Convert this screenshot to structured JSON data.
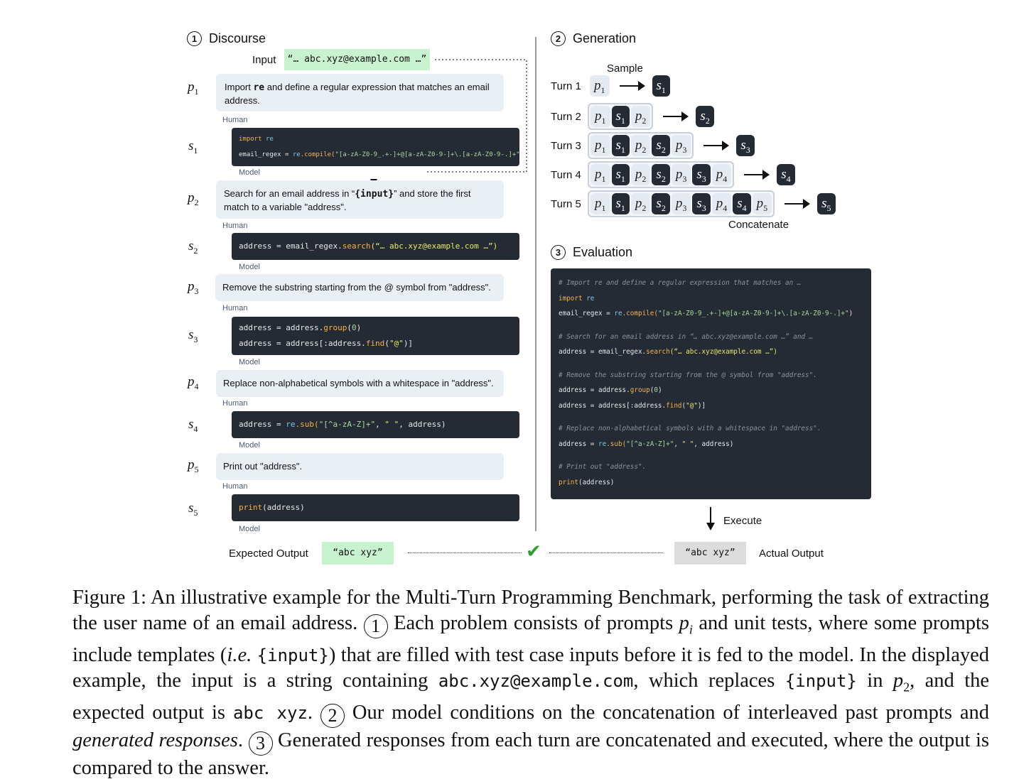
{
  "discourse": {
    "num": "1",
    "title": "Discourse",
    "input_label": "Input",
    "input_value": "“… abc.xyz@example.com …”",
    "human_tag": "Human",
    "model_tag": "Model",
    "prompts": [
      {
        "label": "p",
        "sub": "1",
        "text_pre": "Import ",
        "text_bold": "re",
        "text_post": " and define a regular expression that matches an email address."
      },
      {
        "label": "p",
        "sub": "2",
        "text_pre": "Search for an email address in “",
        "text_bold": "{input}",
        "text_post": "” and store the first match to a variable \"address\"."
      },
      {
        "label": "p",
        "sub": "3",
        "text": "Remove the substring starting from the @ symbol from \"address\"."
      },
      {
        "label": "p",
        "sub": "4",
        "text": "Replace non-alphabetical symbols with a whitespace in \"address\"."
      },
      {
        "label": "p",
        "sub": "5",
        "text": "Print out \"address\"."
      }
    ],
    "solutions": [
      {
        "label": "s",
        "sub": "1"
      },
      {
        "label": "s",
        "sub": "2"
      },
      {
        "label": "s",
        "sub": "3"
      },
      {
        "label": "s",
        "sub": "4"
      },
      {
        "label": "s",
        "sub": "5"
      }
    ],
    "code": {
      "s1_l1_kw": "import",
      "s1_l1_mod": "re",
      "s1_l2_a": "email_regex = ",
      "s1_l2_mod": "re",
      "s1_l2_fn": ".compile(",
      "s1_l2_str": "\"[a-zA-Z0-9_.+-]+@[a-zA-Z0-9-]+\\.[a-zA-Z0-9-.]+\"",
      "s1_l2_end": ")",
      "s2_a": "address = email_regex.",
      "s2_fn": "search",
      "s2_str": "(“… abc.xyz@example.com …”)",
      "s3_l1_a": "address = address.",
      "s3_l1_fn": "group",
      "s3_l1_b": "(",
      "s3_l1_num": "0",
      "s3_l1_c": ")",
      "s3_l2_a": "address = address[:address.",
      "s3_l2_fn": "find",
      "s3_l2_b": "(",
      "s3_l2_str": "\"@\"",
      "s3_l2_c": ")]",
      "s4_a": "address = ",
      "s4_mod": "re",
      "s4_fn": ".sub(",
      "s4_str": "\"[^a-zA-Z]+\"",
      "s4_b": ", ",
      "s4_str2": "\" \"",
      "s4_c": ", address)",
      "s5_fn": "print",
      "s5_a": "(address)"
    }
  },
  "generation": {
    "num": "2",
    "title": "Generation",
    "sample_label": "Sample",
    "concat_label": "Concatenate",
    "turns": [
      "Turn 1",
      "Turn 2",
      "Turn 3",
      "Turn 4",
      "Turn 5"
    ]
  },
  "evaluation": {
    "num": "3",
    "title": "Evaluation",
    "execute_label": "Execute",
    "comments": [
      "# Import re and define a regular expression that matches an …",
      "# Search for an email address in “… abc.xyz@example.com …” and …",
      "# Remove the substring starting from the @ symbol from \"address\".",
      "# Replace non-alphabetical symbols with a whitespace in \"address\".",
      "# Print out \"address\"."
    ]
  },
  "outputs": {
    "expected_label": "Expected Output",
    "expected_value": "“abc xyz”",
    "actual_label": "Actual Output",
    "actual_value": "“abc xyz”",
    "check": "✔"
  },
  "caption": {
    "t1": "Figure 1: An illustrative example for the Multi-Turn Programming Benchmark, performing the task of extracting the user name of an email address. ",
    "c1": "1",
    "t2": " Each problem consists of prompts ",
    "pi": "p",
    "pi_sub": "i",
    "t3": " and unit tests, where some prompts include templates (",
    "ie": "i.e.",
    "t4": " ",
    "input_tok": "{input}",
    "t5": ") that are filled with test case inputs before it is fed to the model. In the displayed example, the input is a string containing ",
    "email": "abc.xyz@example.com",
    "t6": ", which replaces ",
    "input_tok2": "{input}",
    "t7": " in ",
    "p2": "p",
    "p2_sub": "2",
    "t8": ", and the expected output is ",
    "abc": "abc xyz",
    "t9": ". ",
    "c2": "2",
    "t10": " Our model conditions on the concatenation of interleaved past prompts and ",
    "gen": "generated responses",
    "t11": ". ",
    "c3": "3",
    "t12": " Generated responses from each turn are concatenated and executed, where the output is compared to the answer."
  }
}
